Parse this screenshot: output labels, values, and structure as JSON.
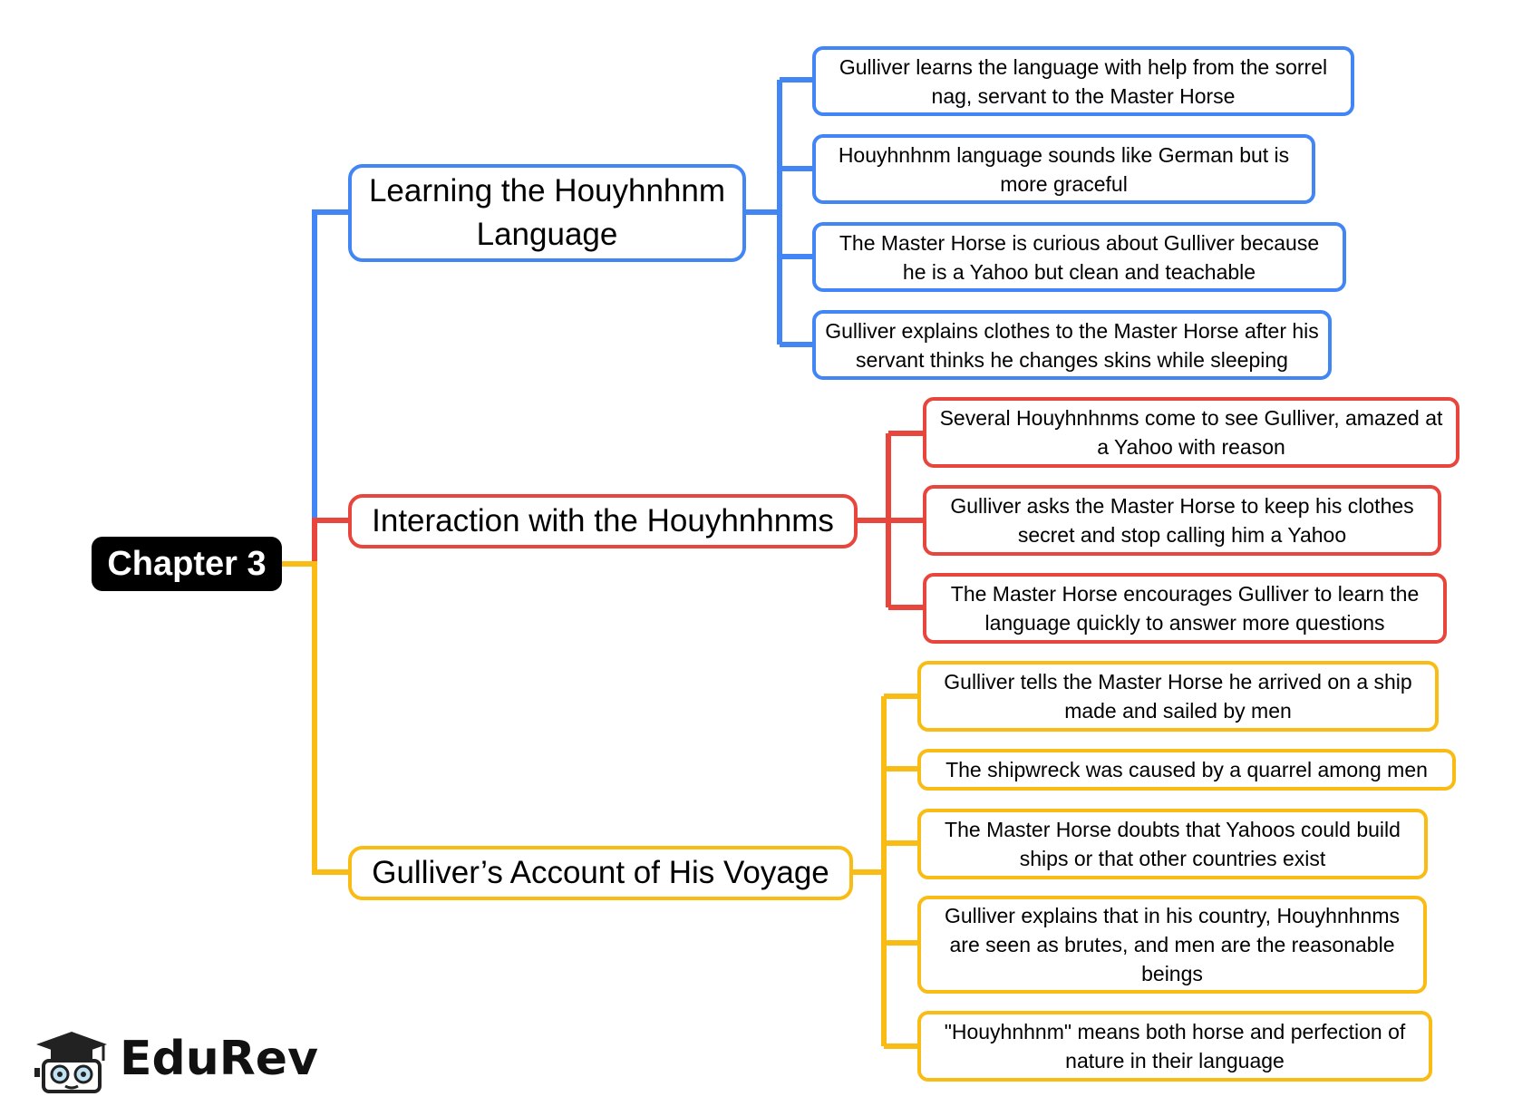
{
  "root": {
    "label": "Chapter 3"
  },
  "colors": {
    "blue": "#4285f4",
    "red": "#e8453c",
    "yellow": "#f9bc15",
    "root_bg": "#000000"
  },
  "branches": [
    {
      "label": "Learning the Houyhnhnm Language",
      "color": "blue",
      "leaves": [
        "Gulliver learns the language with help from the sorrel nag, servant to the Master Horse",
        "Houyhnhnm language sounds like German but is more graceful",
        "The Master Horse is curious about Gulliver because he is a Yahoo but clean and teachable",
        "Gulliver explains clothes to the Master Horse after his servant thinks he changes skins while sleeping"
      ]
    },
    {
      "label": "Interaction with the Houyhnhnms",
      "color": "red",
      "leaves": [
        "Several Houyhnhnms come to see Gulliver, amazed at a Yahoo with reason",
        "Gulliver asks the Master Horse to keep his clothes secret and stop calling him a Yahoo",
        "The Master Horse encourages Gulliver to learn the language quickly to answer more questions"
      ]
    },
    {
      "label": "Gulliver’s Account of His Voyage",
      "color": "yellow",
      "leaves": [
        "Gulliver tells the Master Horse he arrived on a ship made and sailed by men",
        "The shipwreck was caused by a quarrel among men",
        "The Master Horse doubts that Yahoos could build ships or that other countries exist",
        "Gulliver explains that in his country, Houyhnhnms are seen as brutes, and men are the reasonable beings",
        "\"Houyhnhnm\" means both horse and perfection of nature in their language"
      ]
    }
  ],
  "logo": {
    "text": "EduRev",
    "icon": "graduation-cap-mascot-icon"
  }
}
